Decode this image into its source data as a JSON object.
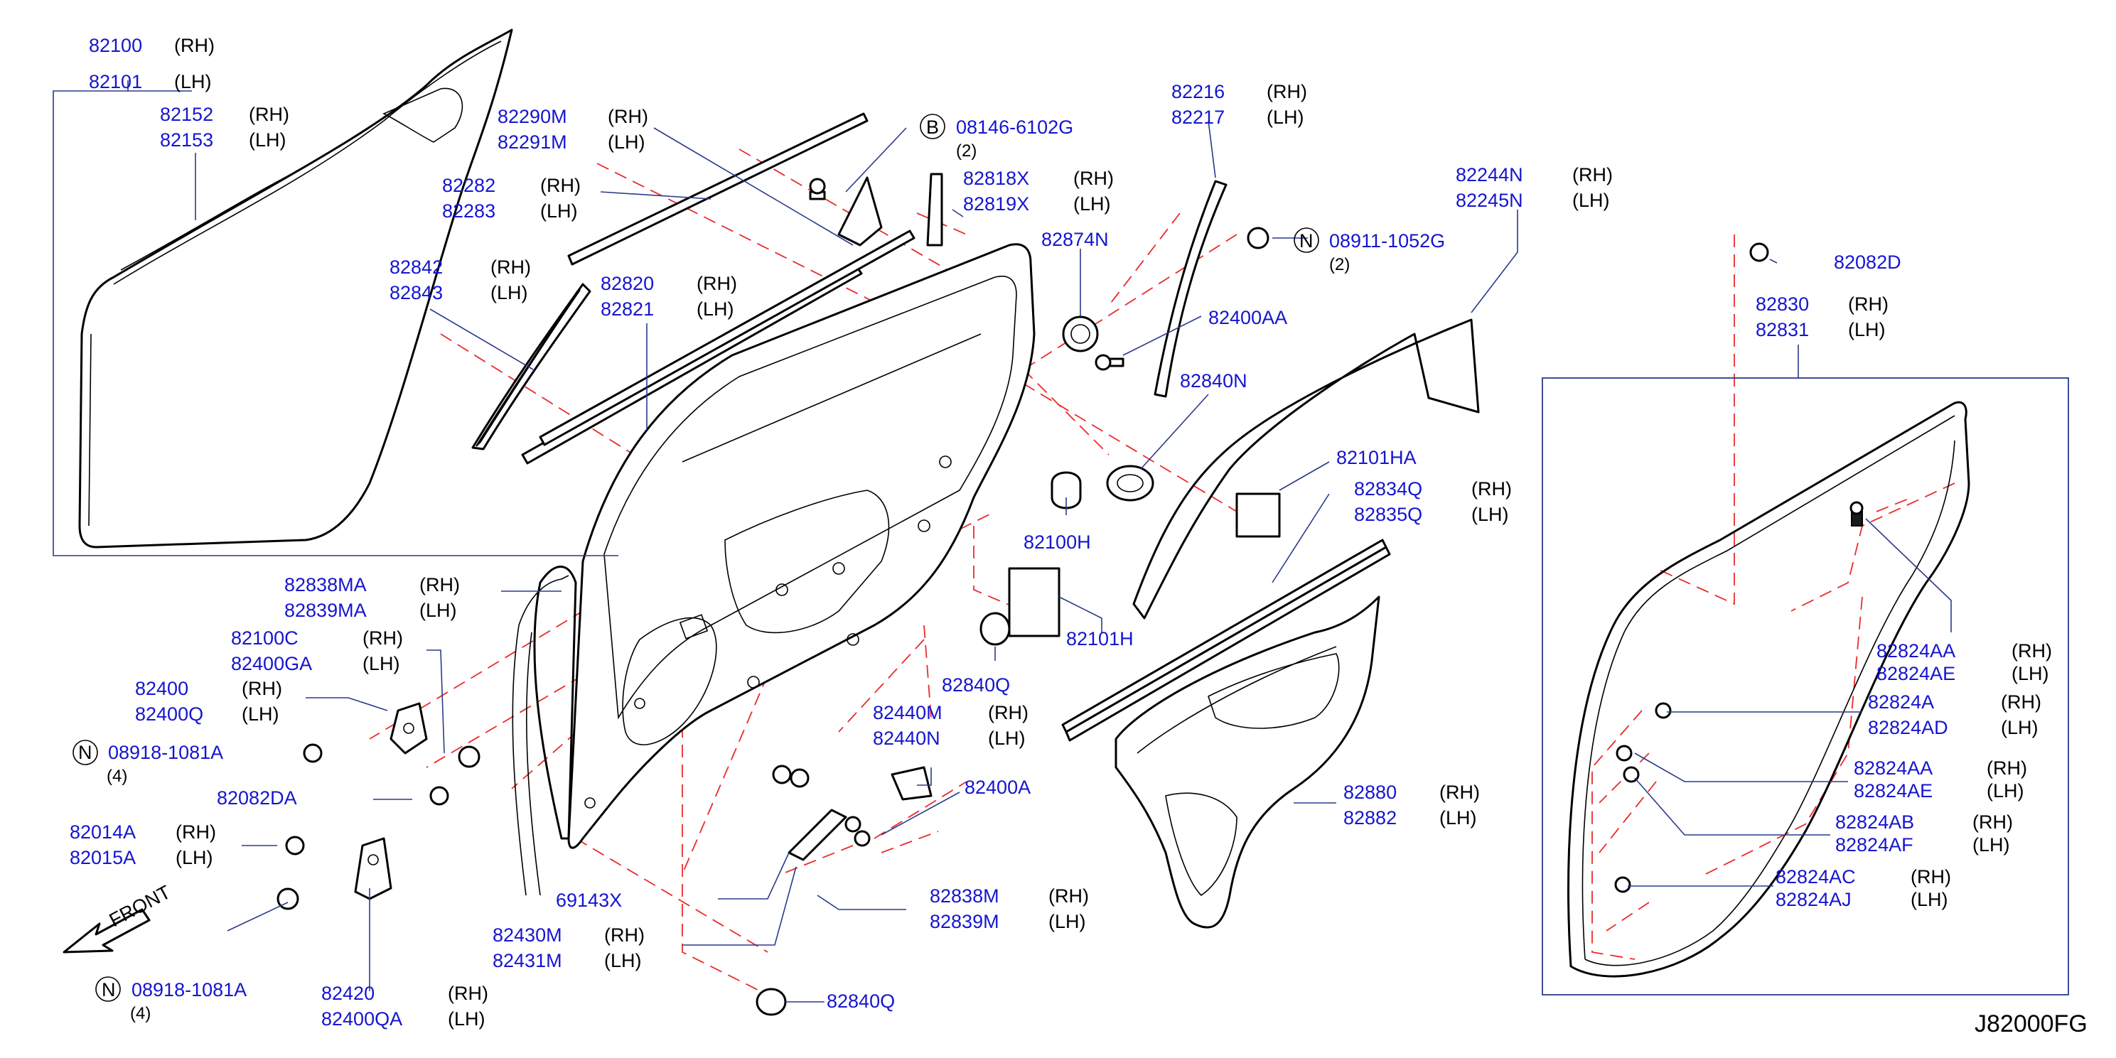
{
  "diagram_code": "J82000FG",
  "front_label": "FRONT",
  "colors": {
    "part_number": "#1515d0",
    "leader": "#2a3a8c",
    "dashed_line": "#ea2b2b",
    "linework": "#000000"
  },
  "callouts": [
    {
      "id": "c-82100",
      "lines": [
        {
          "pn": "82100",
          "side": "(RH)"
        },
        {
          "pn": "82101",
          "side": "(LH)"
        }
      ]
    },
    {
      "id": "c-82152",
      "lines": [
        {
          "pn": "82152",
          "side": "(RH)"
        },
        {
          "pn": "82153",
          "side": "(LH)"
        }
      ]
    },
    {
      "id": "c-82290M",
      "lines": [
        {
          "pn": "82290M",
          "side": "(RH)"
        },
        {
          "pn": "82291M",
          "side": "(LH)"
        }
      ]
    },
    {
      "id": "c-82282",
      "lines": [
        {
          "pn": "82282",
          "side": "(RH)"
        },
        {
          "pn": "82283",
          "side": "(LH)"
        }
      ]
    },
    {
      "id": "c-82842",
      "lines": [
        {
          "pn": "82842",
          "side": "(RH)"
        },
        {
          "pn": "82843",
          "side": "(LH)"
        }
      ]
    },
    {
      "id": "c-82820",
      "lines": [
        {
          "pn": "82820",
          "side": "(RH)"
        },
        {
          "pn": "82821",
          "side": "(LH)"
        }
      ]
    },
    {
      "id": "c-82818X",
      "lines": [
        {
          "pn": "82818X",
          "side": "(RH)"
        },
        {
          "pn": "82819X",
          "side": "(LH)"
        }
      ]
    },
    {
      "id": "c-82874N",
      "lines": [
        {
          "pn": "82874N",
          "side": ""
        }
      ]
    },
    {
      "id": "c-82216",
      "lines": [
        {
          "pn": "82216",
          "side": "(RH)"
        },
        {
          "pn": "82217",
          "side": "(LH)"
        }
      ]
    },
    {
      "id": "c-82400AA",
      "lines": [
        {
          "pn": "82400AA",
          "side": ""
        }
      ]
    },
    {
      "id": "c-82840N",
      "lines": [
        {
          "pn": "82840N",
          "side": ""
        }
      ]
    },
    {
      "id": "c-82244N",
      "lines": [
        {
          "pn": "82244N",
          "side": "(RH)"
        },
        {
          "pn": "82245N",
          "side": "(LH)"
        }
      ]
    },
    {
      "id": "c-82101HA",
      "lines": [
        {
          "pn": "82101HA",
          "side": ""
        }
      ]
    },
    {
      "id": "c-82834Q",
      "lines": [
        {
          "pn": "82834Q",
          "side": "(RH)"
        },
        {
          "pn": "82835Q",
          "side": "(LH)"
        }
      ]
    },
    {
      "id": "c-82100H",
      "lines": [
        {
          "pn": "82100H",
          "side": ""
        }
      ]
    },
    {
      "id": "c-82101H",
      "lines": [
        {
          "pn": "82101H",
          "side": ""
        }
      ]
    },
    {
      "id": "c-82840Q-a",
      "lines": [
        {
          "pn": "82840Q",
          "side": ""
        }
      ]
    },
    {
      "id": "c-82838MA",
      "lines": [
        {
          "pn": "82838MA",
          "side": "(RH)"
        },
        {
          "pn": "82839MA",
          "side": "(LH)"
        }
      ]
    },
    {
      "id": "c-82100C",
      "lines": [
        {
          "pn": "82100C",
          "side": "(RH)"
        },
        {
          "pn": "82400GA",
          "side": "(LH)"
        }
      ]
    },
    {
      "id": "c-82400",
      "lines": [
        {
          "pn": "82400",
          "side": "(RH)"
        },
        {
          "pn": "82400Q",
          "side": "(LH)"
        }
      ]
    },
    {
      "id": "c-82440M",
      "lines": [
        {
          "pn": "82440M",
          "side": "(RH)"
        },
        {
          "pn": "82440N",
          "side": "(LH)"
        }
      ]
    },
    {
      "id": "c-82082DA",
      "lines": [
        {
          "pn": "82082DA",
          "side": ""
        }
      ]
    },
    {
      "id": "c-82400A",
      "lines": [
        {
          "pn": "82400A",
          "side": ""
        }
      ]
    },
    {
      "id": "c-82014A",
      "lines": [
        {
          "pn": "82014A",
          "side": "(RH)"
        },
        {
          "pn": "82015A",
          "side": "(LH)"
        }
      ]
    },
    {
      "id": "c-69143X",
      "lines": [
        {
          "pn": "69143X",
          "side": ""
        }
      ]
    },
    {
      "id": "c-82838M",
      "lines": [
        {
          "pn": "82838M",
          "side": "(RH)"
        },
        {
          "pn": "82839M",
          "side": "(LH)"
        }
      ]
    },
    {
      "id": "c-82430M",
      "lines": [
        {
          "pn": "82430M",
          "side": "(RH)"
        },
        {
          "pn": "82431M",
          "side": "(LH)"
        }
      ]
    },
    {
      "id": "c-82420",
      "lines": [
        {
          "pn": "82420",
          "side": "(RH)"
        },
        {
          "pn": "82400QA",
          "side": "(LH)"
        }
      ]
    },
    {
      "id": "c-82840Q-b",
      "lines": [
        {
          "pn": "82840Q",
          "side": ""
        }
      ]
    },
    {
      "id": "c-82880",
      "lines": [
        {
          "pn": "82880",
          "side": "(RH)"
        },
        {
          "pn": "82882",
          "side": "(LH)"
        }
      ]
    },
    {
      "id": "c-82082D",
      "lines": [
        {
          "pn": "82082D",
          "side": ""
        }
      ]
    },
    {
      "id": "c-82830",
      "lines": [
        {
          "pn": "82830",
          "side": "(RH)"
        },
        {
          "pn": "82831",
          "side": "(LH)"
        }
      ]
    },
    {
      "id": "c-82824AA",
      "lines": [
        {
          "pn": "82824AA",
          "side": "(RH)"
        },
        {
          "pn": "82824AE",
          "side": "(LH)"
        }
      ]
    },
    {
      "id": "c-82824A",
      "lines": [
        {
          "pn": "82824A",
          "side": "(RH)"
        },
        {
          "pn": "82824AD",
          "side": "(LH)"
        }
      ]
    },
    {
      "id": "c-82824AA-2",
      "lines": [
        {
          "pn": "82824AA",
          "side": "(RH)"
        },
        {
          "pn": "82824AE",
          "side": "(LH)"
        }
      ]
    },
    {
      "id": "c-82824AB",
      "lines": [
        {
          "pn": "82824AB",
          "side": "(RH)"
        },
        {
          "pn": "82824AF",
          "side": "(LH)"
        }
      ]
    },
    {
      "id": "c-82824AC",
      "lines": [
        {
          "pn": "82824AC",
          "side": "(RH)"
        },
        {
          "pn": "82824AJ",
          "side": "(LH)"
        }
      ]
    }
  ],
  "fasteners": [
    {
      "id": "f-bolt-b",
      "symbol": "B",
      "pn": "08146-6102G",
      "qty": "(2)"
    },
    {
      "id": "f-nut-n1",
      "symbol": "N",
      "pn": "08911-1052G",
      "qty": "(2)"
    },
    {
      "id": "f-nut-n2",
      "symbol": "N",
      "pn": "08918-1081A",
      "qty": "(4)"
    },
    {
      "id": "f-nut-n3",
      "symbol": "N",
      "pn": "08918-1081A",
      "qty": "(4)"
    }
  ]
}
